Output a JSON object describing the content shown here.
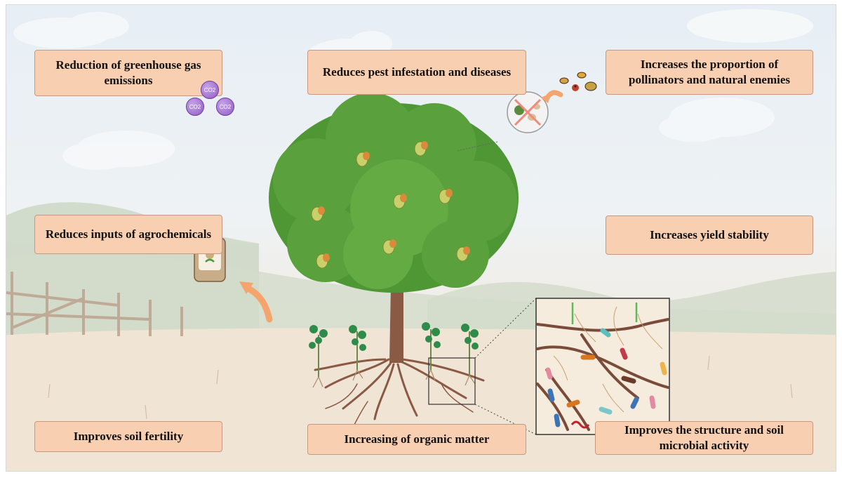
{
  "boxes": {
    "greenhouse": "Reduction of greenhouse gas emissions",
    "pest": "Reduces pest infestation and diseases",
    "pollinators": "Increases the proportion of pollinators and natural enemies",
    "agrochemicals": "Reduces inputs of agrochemicals",
    "yield": "Increases yield stability",
    "soil_fertility": "Improves soil fertility",
    "organic_matter": "Increasing of organic matter",
    "microbial": "Improves the structure and soil microbial activity"
  },
  "co2_molecules": [
    "CO2",
    "CO2",
    "CO2"
  ],
  "colors": {
    "box_fill": "#f9cfb2",
    "box_border": "#c89880",
    "leaf": "#5aa03c",
    "root": "#8a5a44",
    "arrow": "#f4a46c",
    "co2": "#a879d6"
  }
}
